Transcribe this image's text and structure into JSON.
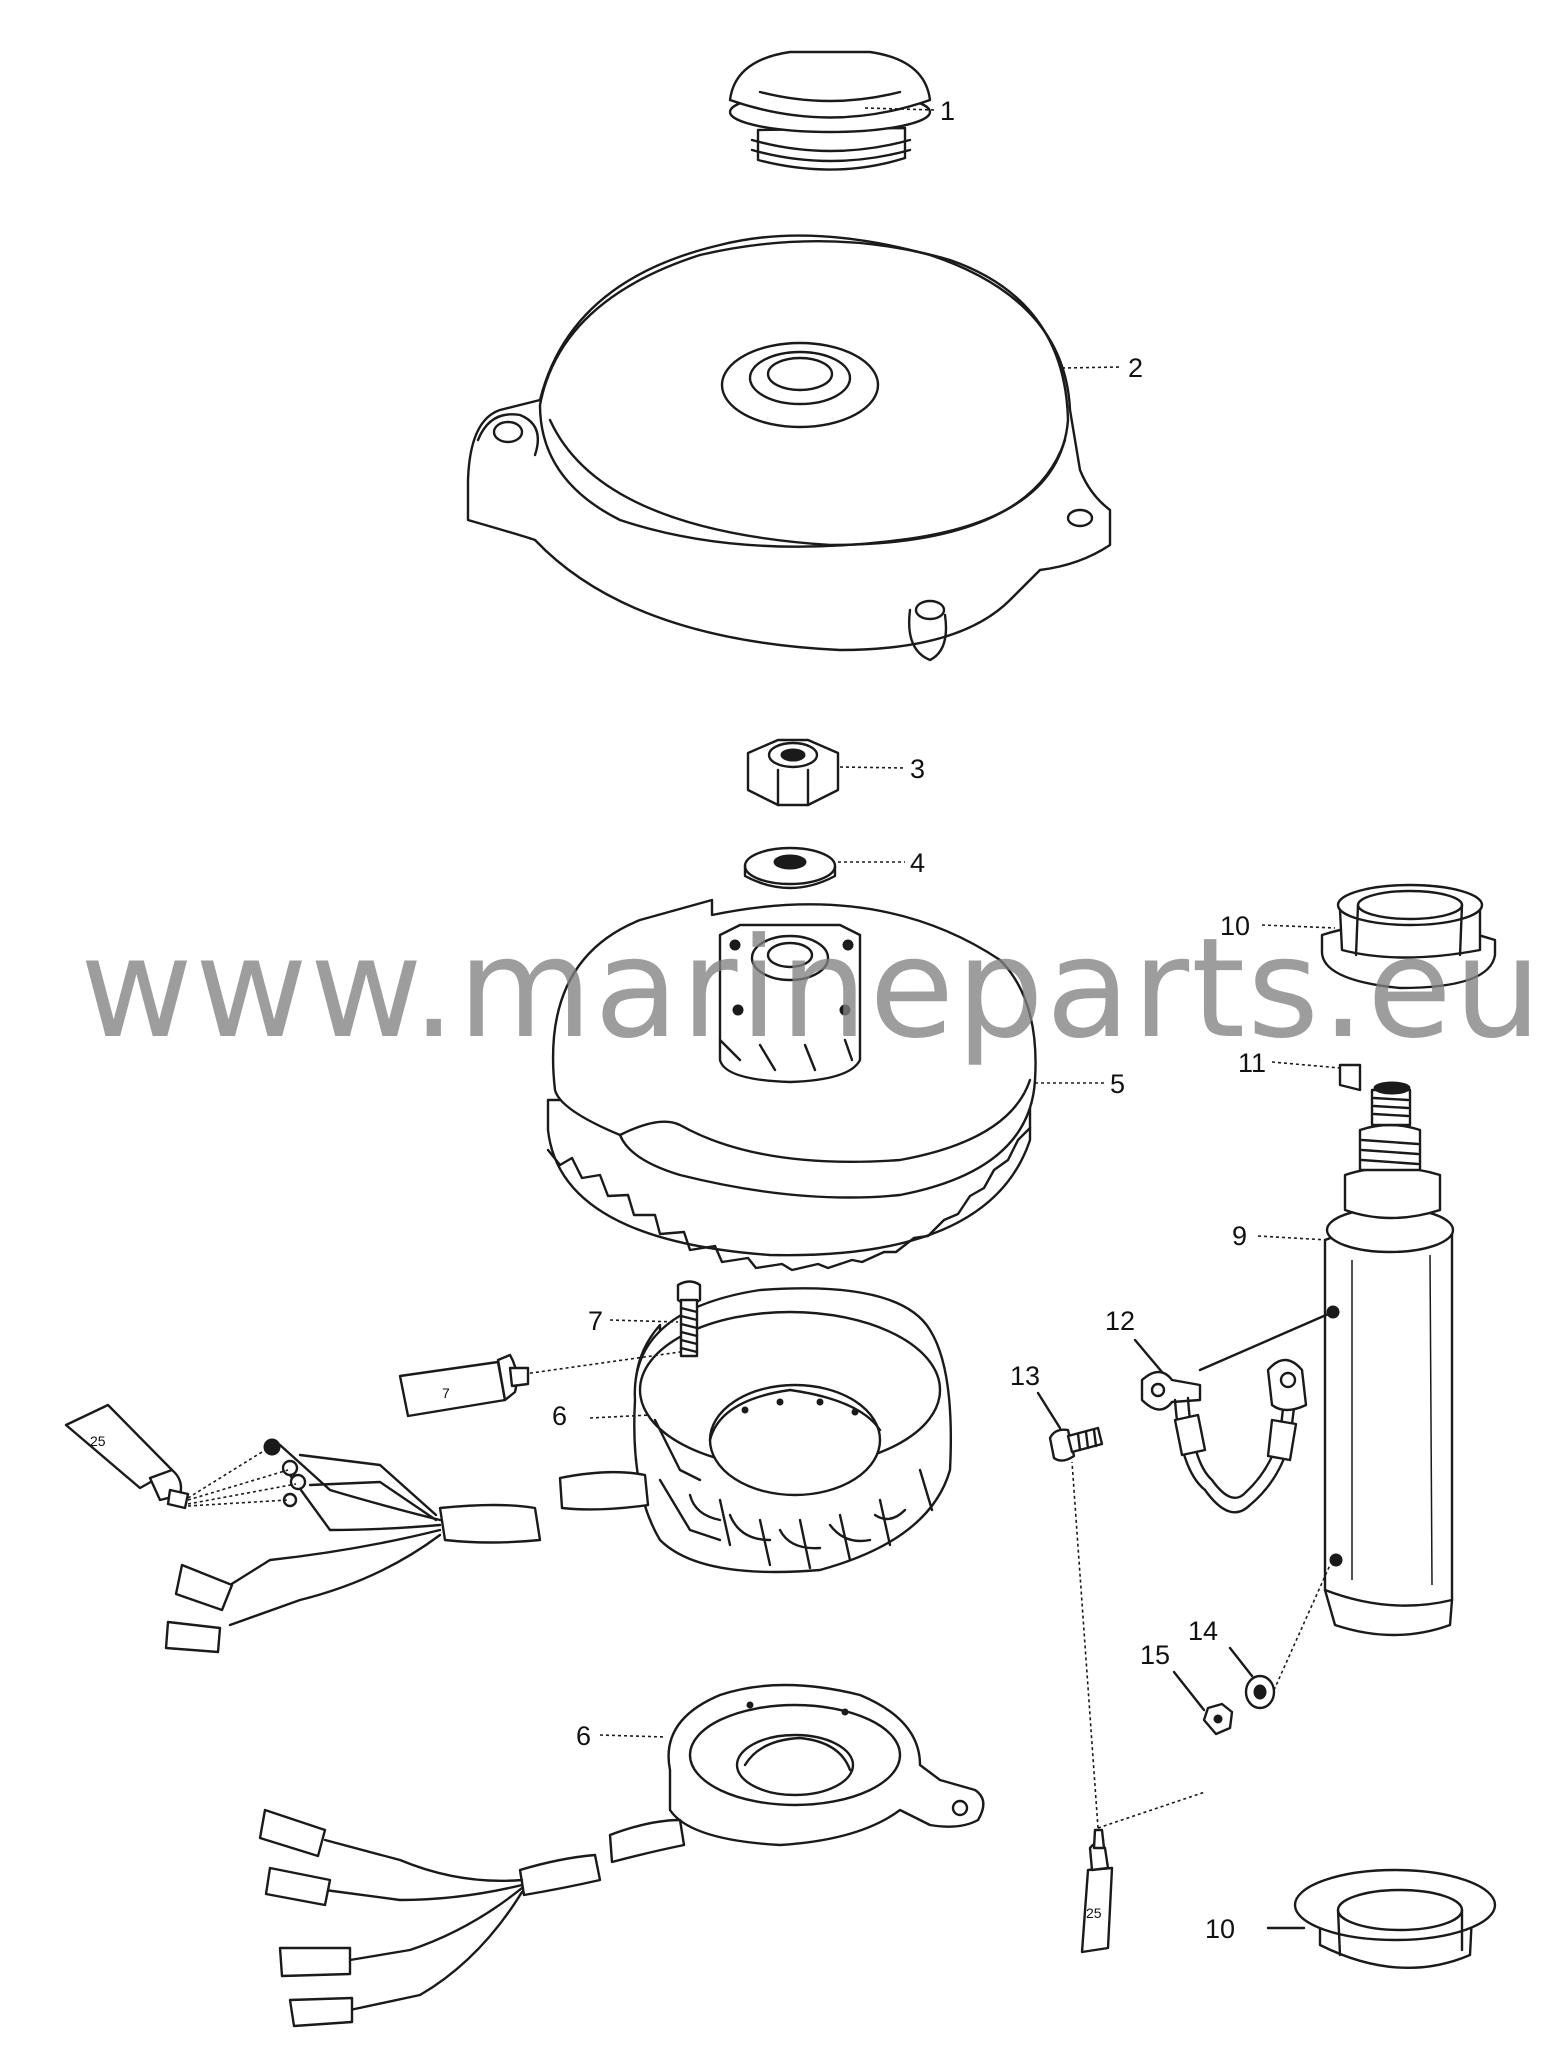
{
  "watermark": "www.marineparts.eu",
  "callouts": {
    "c1": "1",
    "c2": "2",
    "c3": "3",
    "c4": "4",
    "c5": "5",
    "c6a": "6",
    "c6b": "6",
    "c7a": "7",
    "c9": "9",
    "c10a": "10",
    "c10b": "10",
    "c11": "11",
    "c12": "12",
    "c13": "13",
    "c14": "14",
    "c15": "15"
  },
  "tubes": {
    "t7": "7",
    "t25a": "25",
    "t25b": "25"
  }
}
